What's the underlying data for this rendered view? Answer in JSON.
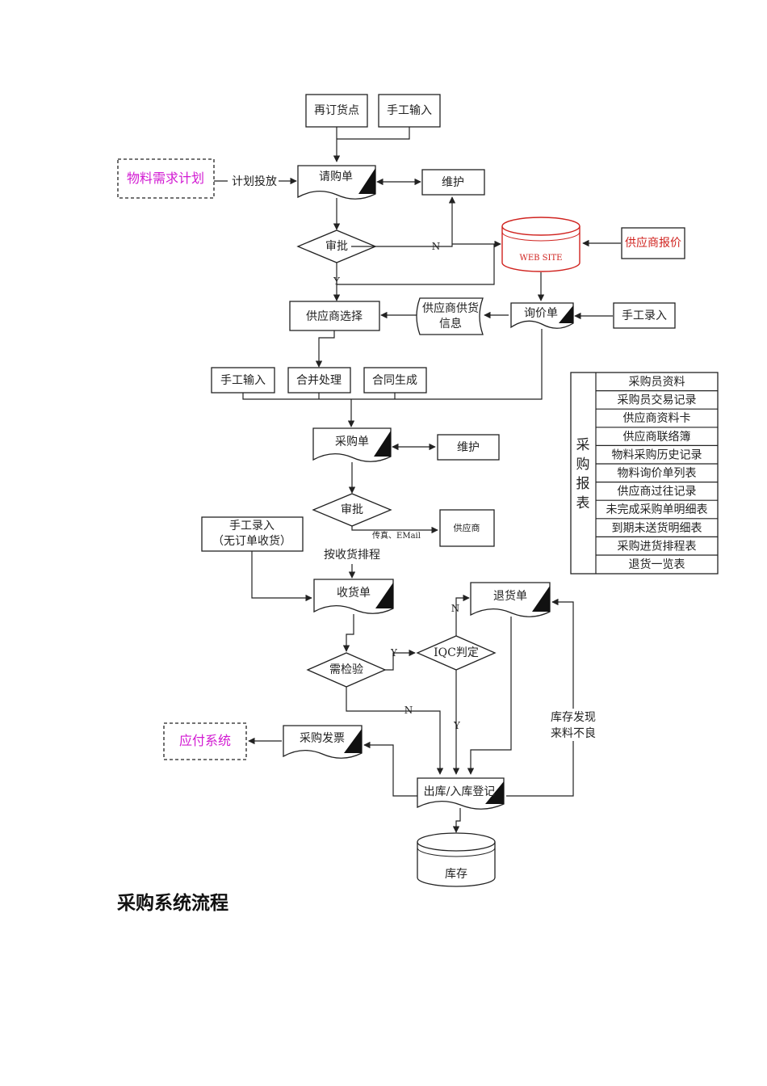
{
  "title": "采购系统流程",
  "nodes": {
    "reorder_point": "再订货点",
    "manual_input_top": "手工输入",
    "mrp": "物料需求计划",
    "plan_release": "计划投放",
    "requisition": "请购单",
    "maintain1": "维护",
    "approve1": "审批",
    "supplier_quote": "供应商报价",
    "website": "WEB SITE",
    "supplier_select": "供应商选择",
    "supplier_info": [
      "供应商供货",
      "信息"
    ],
    "inquiry": "询价单",
    "manual_entry_right": "手工录入",
    "manual_input_mid": "手工输入",
    "merge": "合并处理",
    "contract": "合同生成",
    "purchase_order": "采购单",
    "maintain2": "维护",
    "approve2": "审批",
    "fax_email": "传真、EMail",
    "supplier": "供应商",
    "manual_receipt": [
      "手工录入",
      "（无订单收货）"
    ],
    "schedule": "按收货排程",
    "receipt": "收货单",
    "return_note": "退货单",
    "need_inspect": "需检验",
    "iqc": "IQC判定",
    "stock_defect": [
      "库存发现",
      "来料不良"
    ],
    "payable": "应付系统",
    "invoice": "采购发票",
    "io_register": "出库/入库登记",
    "inventory": "库存",
    "y": "Y",
    "n": "N"
  },
  "reports": {
    "label": [
      "采",
      "购",
      "报",
      "表"
    ],
    "items": [
      "采购员资料",
      "采购员交易记录",
      "供应商资料卡",
      "供应商联络簿",
      "物料采购历史记录",
      "物料询价单列表",
      "供应商过往记录",
      "未完成采购单明细表",
      "到期未送货明细表",
      "采购进货排程表",
      "退货一览表"
    ]
  },
  "colors": {
    "line": "#222222",
    "red": "#d0231f",
    "magenta": "#d21ad2"
  }
}
